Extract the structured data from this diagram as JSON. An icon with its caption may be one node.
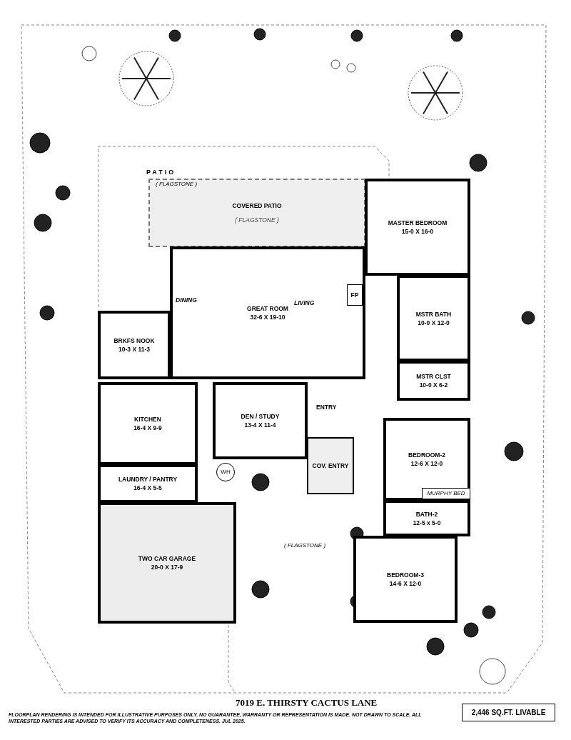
{
  "diagram": {
    "nodes": [
      {
        "text": [
          "COVERED PATIO",
          "( FLAGSTONE )"
        ]
      },
      {
        "text": [
          "MASTER BEDROOM",
          "15-0 X 16-0"
        ]
      },
      {
        "text": [
          "GREAT ROOM",
          "32-6 X 19-10"
        ]
      },
      {
        "text": [
          "MSTR BATH",
          "10-0 X 12-0"
        ]
      },
      {
        "text": [
          "BRKFS NOOK",
          "10-3 X 11-3"
        ]
      },
      {
        "text": [
          "MSTR CLST",
          "10-0 X 6-2"
        ]
      },
      {
        "text": [
          "KITCHEN",
          "16-4 X 9-9"
        ]
      },
      {
        "text": [
          "DEN / STUDY",
          "13-4 X 11-4"
        ]
      },
      {
        "text": [
          "COV. ENTRY"
        ]
      },
      {
        "text": [
          "BEDROOM-2",
          "12-6 X 12-0"
        ]
      },
      {
        "text": [
          "LAUNDRY / PANTRY",
          "16-4 X 5-5"
        ]
      },
      {
        "text": [
          "BATH-2",
          "12-5 x 5-0"
        ]
      },
      {
        "text": [
          "TWO CAR GARAGE",
          "20-0 X 17-9"
        ]
      },
      {
        "text": [
          "BEDROOM-3",
          "14-6 X 12-0"
        ]
      },
      {
        "text": [
          "2,446 SQ.FT. LIVABLE"
        ]
      },
      {
        "text": [
          "MURPHY BED"
        ],
        "in": 9
      },
      {
        "text": [
          "WH"
        ]
      },
      {
        "text": [
          "FP"
        ],
        "in": 2
      }
    ],
    "labels": [
      "PATIO",
      "( FLAGSTONE )",
      "DINING",
      "LIVING",
      "ENTRY",
      "( FLAGSTONE )",
      "7019 E. THIRSTY CACTUS LANE",
      "FLOORPLAN RENDERING IS INTENDED FOR ILLUSTRATIVE PURPOSES ONLY.  NO GUARANTEE, WARRANTY OR REPRESENTATION IS MADE.  NOT DRAWN TO SCALE.  ALL INTERESTED PARTIES ARE ADVISED TO VERIFY ITS ACCURACY AND COMPLETENESS. JUL 2025."
    ]
  }
}
